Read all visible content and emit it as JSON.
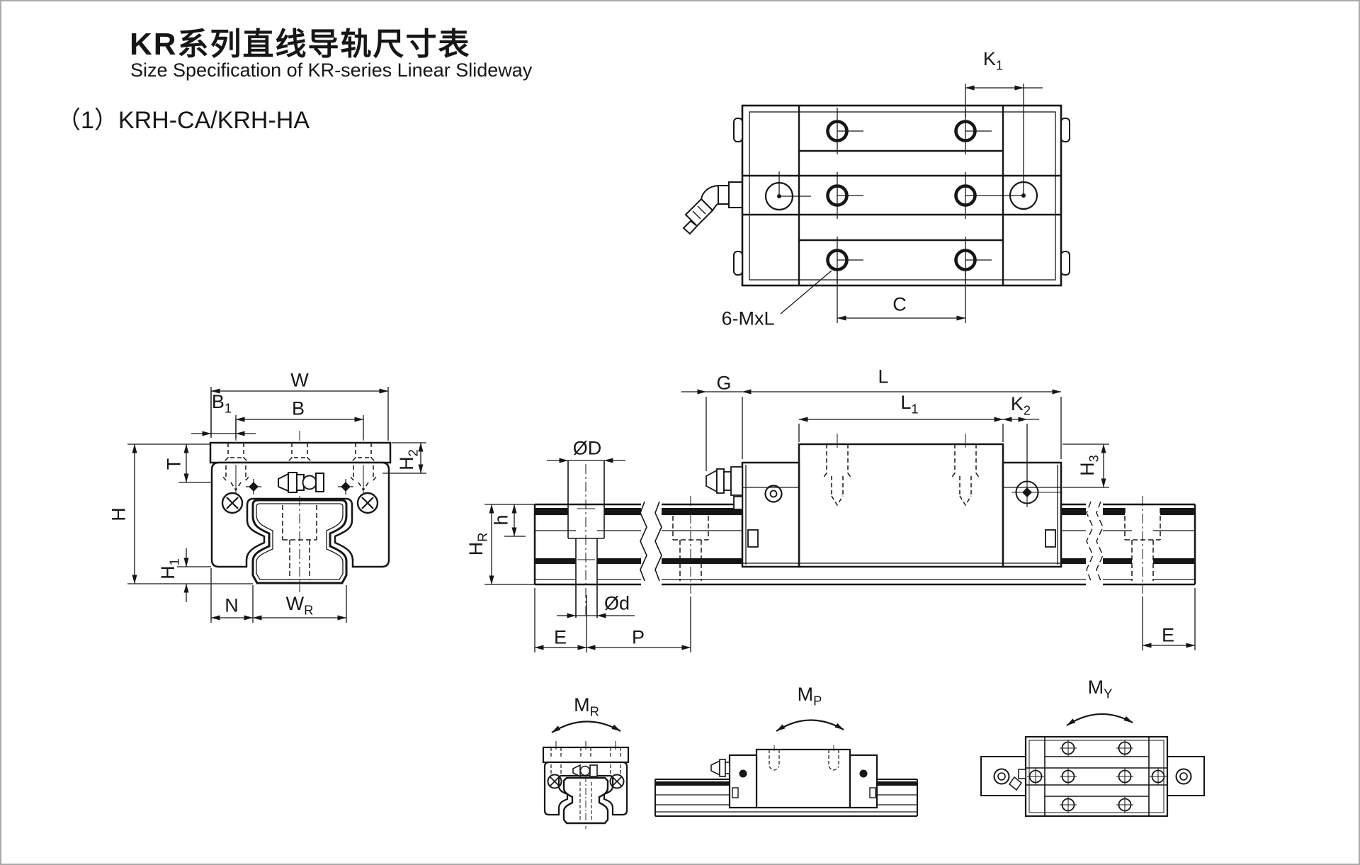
{
  "header": {
    "title_cn": "KR系列直线导轨尺寸表",
    "title_en": "Size Specification of KR-series Linear Slideway",
    "section": "（1）KRH-CA/KRH-HA"
  },
  "colors": {
    "ink": "#161616",
    "background": "#ffffff",
    "frame": "#a9a9a9"
  },
  "labels": {
    "k1": {
      "text": "K",
      "sub": "1"
    },
    "c": {
      "text": "C"
    },
    "mxl": {
      "text": "6-MxL"
    },
    "w": {
      "text": "W"
    },
    "b1": {
      "text": "B",
      "sub": "1"
    },
    "b": {
      "text": "B"
    },
    "t": {
      "text": "T"
    },
    "h": {
      "text": "H"
    },
    "h1": {
      "text": "H",
      "sub": "1"
    },
    "h2": {
      "text": "H",
      "sub": "2"
    },
    "n": {
      "text": "N"
    },
    "wr": {
      "text": "W",
      "sub": "R"
    },
    "g": {
      "text": "G"
    },
    "l": {
      "text": "L"
    },
    "l1": {
      "text": "L",
      "sub": "1"
    },
    "k2": {
      "text": "K",
      "sub": "2"
    },
    "h3": {
      "text": "H",
      "sub": "3"
    },
    "od_big": {
      "text": "ØD"
    },
    "h_depth": {
      "text": "h"
    },
    "hr": {
      "text": "H",
      "sub": "R"
    },
    "od_small": {
      "text": "Ød"
    },
    "e_left": {
      "text": "E"
    },
    "p": {
      "text": "P"
    },
    "e_right": {
      "text": "E"
    },
    "mr": {
      "text": "M",
      "sub": "R"
    },
    "mp": {
      "text": "M",
      "sub": "P"
    },
    "my": {
      "text": "M",
      "sub": "Y"
    }
  }
}
